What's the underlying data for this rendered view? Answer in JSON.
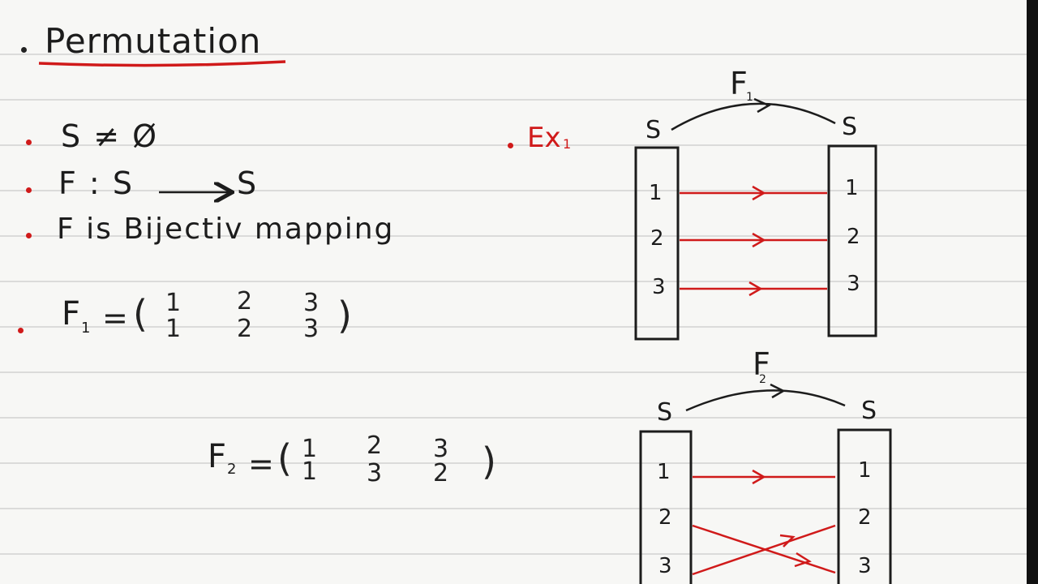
{
  "heading": "Permutation",
  "bullets": [
    "S ≠ Ø",
    "F : S",
    "S",
    "F is Bijectiv mapping"
  ],
  "f1": {
    "name": "F",
    "sub": "1",
    "eq": "=",
    "top": [
      "1",
      "2",
      "3"
    ],
    "bottom": [
      "1",
      "2",
      "3"
    ],
    "lparen": "(",
    "rparen": ")"
  },
  "f2": {
    "name": "F",
    "sub": "2",
    "eq": "=",
    "top": [
      "1",
      "2",
      "3"
    ],
    "bottom": [
      "1",
      "3",
      "2"
    ],
    "lparen": "(",
    "rparen": ")"
  },
  "example_label": "Ex",
  "example_sub": "1",
  "diagram1": {
    "map_label": "F",
    "map_sub": "1",
    "left_set": "S",
    "right_set": "S",
    "left": [
      "1",
      "2",
      "3"
    ],
    "right": [
      "1",
      "2",
      "3"
    ]
  },
  "diagram2": {
    "map_label": "F",
    "map_sub": "2",
    "left_set": "S",
    "right_set": "S",
    "left": [
      "1",
      "2",
      "3"
    ],
    "right": [
      "1",
      "2",
      "3"
    ]
  },
  "colors": {
    "ink": "#1c1c1c",
    "accent": "#d01a1a",
    "paper": "#f7f7f5"
  }
}
